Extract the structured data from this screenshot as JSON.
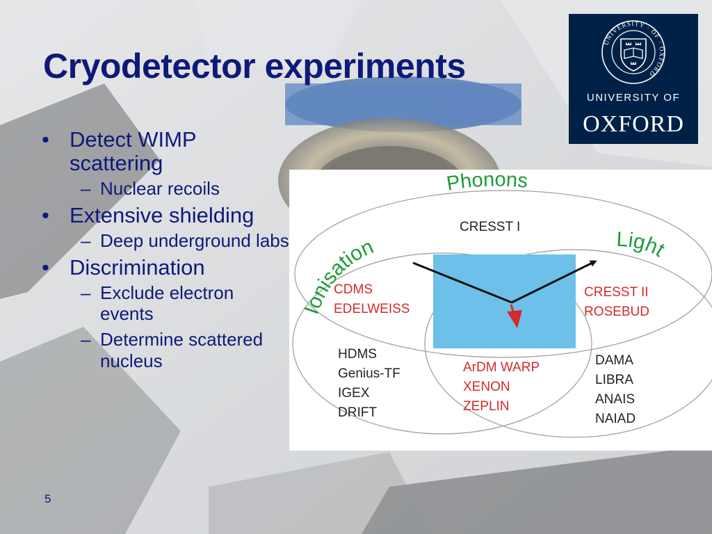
{
  "slide": {
    "title": "Cryodetector experiments",
    "number": "5"
  },
  "logo": {
    "line1": "UNIVERSITY OF",
    "line2": "OXFORD",
    "crest_text": "UNIVERSITY · OF · OXFORD"
  },
  "bullets": [
    {
      "text": "Detect WIMP scattering",
      "sub": [
        "Nuclear recoils"
      ]
    },
    {
      "text": "Extensive shielding",
      "sub": [
        "Deep underground labs"
      ]
    },
    {
      "text": "Discrimination",
      "sub": [
        "Exclude electron events",
        "Determine scattered nucleus"
      ]
    }
  ],
  "diagram": {
    "labels": {
      "phonons": "Phonons",
      "ionisation": "Ionisation",
      "light": "Light"
    },
    "regions": {
      "phonons_only": [
        "CRESST I"
      ],
      "phonons_ionisation": [
        "CDMS",
        "EDELWEISS"
      ],
      "phonons_light": [
        "CRESST II",
        "ROSEBUD"
      ],
      "ionisation_only": [
        "HDMS",
        "Genius-TF",
        "IGEX",
        "DRIFT"
      ],
      "ionisation_light": [
        "ArDM WARP",
        "XENON",
        "ZEPLIN"
      ],
      "light_only": [
        "DAMA",
        "LIBRA",
        "ANAIS",
        "NAIAD"
      ]
    },
    "colors": {
      "label_green": "#1f9a3a",
      "highlight_red": "#d42a2a",
      "center_blue": "#6cc0ea",
      "arrow_black": "#111111"
    }
  }
}
